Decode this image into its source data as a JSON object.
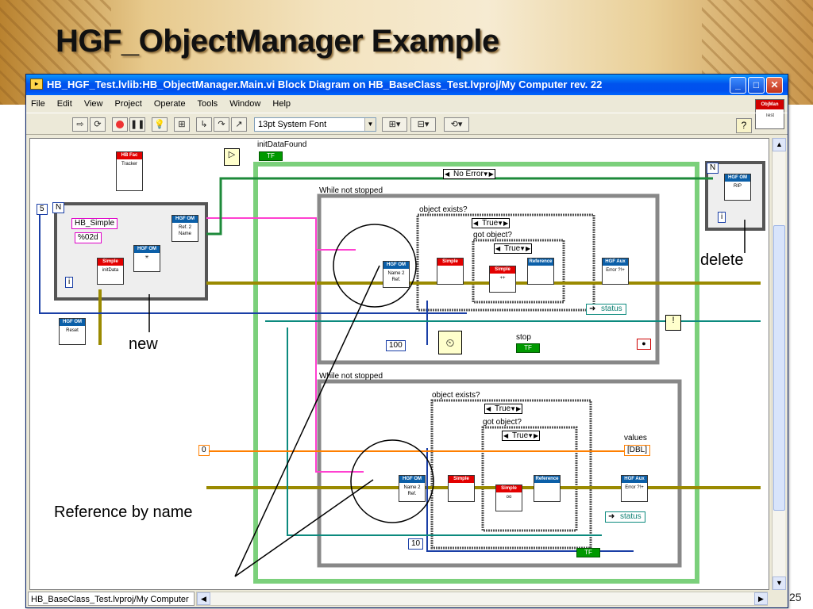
{
  "slide": {
    "title": "HGF_ObjectManager Example",
    "page_number": "25"
  },
  "window": {
    "title": "HB_HGF_Test.lvlib:HB_ObjectManager.Main.vi Block Diagram on HB_BaseClass_Test.lvproj/My Computer rev. 22",
    "controls": {
      "minimize": "_",
      "maximize": "□",
      "close": "✕"
    }
  },
  "menu": [
    "File",
    "Edit",
    "View",
    "Project",
    "Operate",
    "Tools",
    "Window",
    "Help"
  ],
  "toolbar": {
    "font": "13pt System Font",
    "help": "?"
  },
  "badge": {
    "top": "ObjMan",
    "bottom": "Test"
  },
  "statusbar": {
    "path": "HB_BaseClass_Test.lvproj/My Computer"
  },
  "diagram": {
    "labels": {
      "init_data_found": "initDataFound",
      "while_top": "While not stopped",
      "while_bottom": "While not stopped",
      "object_exists_top": "object exists?",
      "got_object_top": "got object?",
      "object_exists_bottom": "object exists?",
      "got_object_bottom": "got object?",
      "stop": "stop",
      "values": "values"
    },
    "case_selectors": {
      "outer": "No Error",
      "obj_top": "True",
      "got_top": "True",
      "obj_bottom": "True",
      "got_bottom": "True"
    },
    "constants": {
      "n5": "5",
      "hb_simple": "HB_Simple",
      "fmt": "%02d",
      "c100": "100",
      "c0": "0",
      "c10": "10",
      "tf": "TF",
      "dbl": "[DBL]",
      "n_label": "N",
      "i_label": "i"
    },
    "status": {
      "top": "status",
      "bottom": "status"
    },
    "subvis": {
      "hb_fac": {
        "hdr": "HB Fac",
        "body": "Tracker"
      },
      "hgf_om_name_top": {
        "hdr": "HGF OM",
        "body": "Ref. 2 Name"
      },
      "hgf_om_new": {
        "hdr": "HGF OM",
        "body": "✳"
      },
      "simple_init": {
        "hdr": "Simple",
        "body": "initData"
      },
      "hgf_om_reset": {
        "hdr": "HGF OM",
        "body": "Reset"
      },
      "hgf_om_rip": {
        "hdr": "HGF OM",
        "body": "RIP"
      },
      "hgf_om_n2r_top": {
        "hdr": "HGF OM",
        "body": "Name 2 Ref."
      },
      "simple_top": {
        "hdr": "Simple",
        "body": ""
      },
      "simple_top2": {
        "hdr": "Simple",
        "body": "++"
      },
      "ref_top": {
        "hdr": "Reference",
        "body": ""
      },
      "aux_top": {
        "hdr": "HGF Aux",
        "body": "Error ?!+"
      },
      "hgf_om_n2r_bot": {
        "hdr": "HGF OM",
        "body": "Name 2 Ref."
      },
      "simple_bot": {
        "hdr": "Simple",
        "body": ""
      },
      "simple_bot2": {
        "hdr": "Simple",
        "body": "oo"
      },
      "ref_bot": {
        "hdr": "Reference",
        "body": ""
      },
      "aux_bot": {
        "hdr": "HGF Aux",
        "body": "Error ?!+"
      }
    }
  },
  "annotations": {
    "new": "new",
    "delete": "delete",
    "reference_by_name": "Reference by name"
  },
  "colors": {
    "wire_error": "#9a8a00",
    "wire_string": "#ff40d0",
    "wire_ref": "#1d8a3a",
    "wire_int": "#1a3fa6",
    "wire_dbl": "#ff7f00",
    "wire_bool": "#0c8a7e"
  }
}
